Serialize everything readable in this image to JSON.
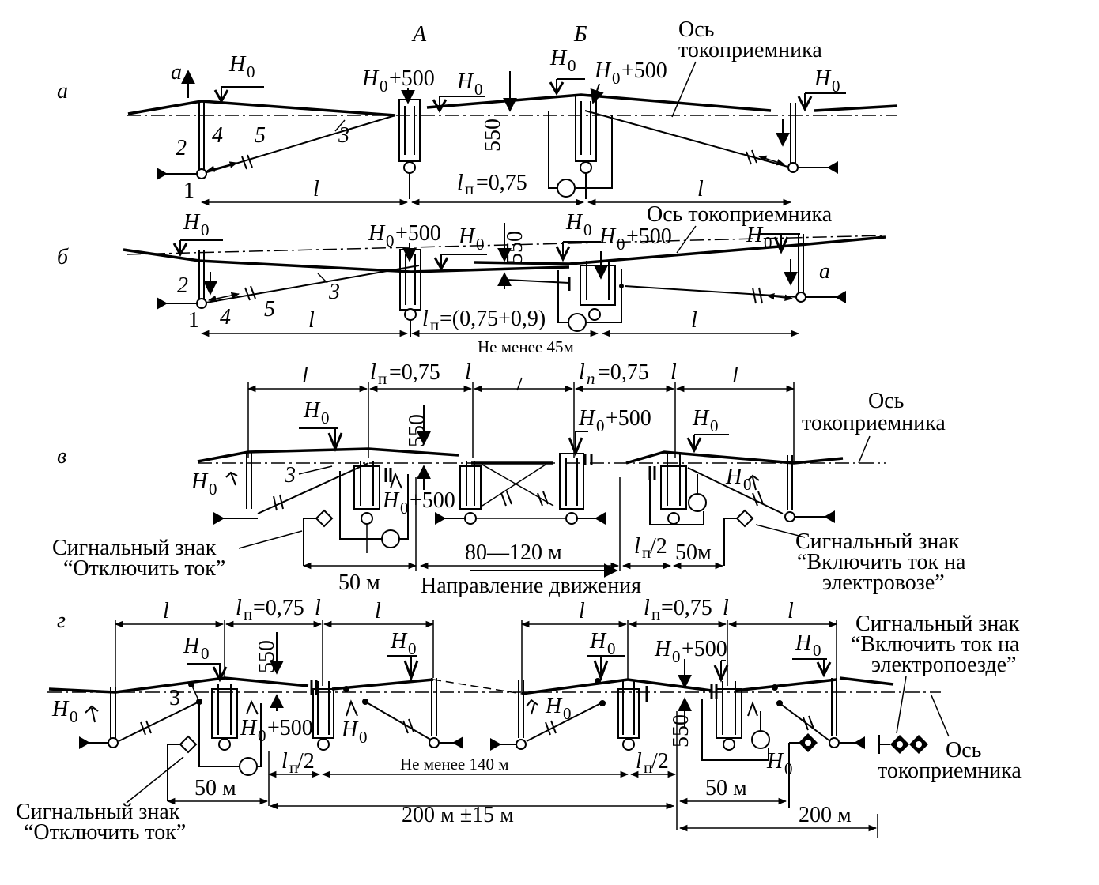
{
  "panels": {
    "a": {
      "letter": "а",
      "sec_a": "А",
      "sec_b": "Б",
      "axis_label_1": "Ось",
      "axis_label_2": "токоприемника",
      "h0": "H",
      "h0_sub": "0",
      "h0_plus": "+500",
      "dim_550": "550",
      "len_l": "l",
      "lp": "l",
      "lp_sub": "п",
      "lp_value": "=0,75",
      "num1": "1",
      "num2": "2",
      "num3": "3",
      "num4": "4",
      "num5": "5",
      "lift_a": "a"
    },
    "b": {
      "letter": "б",
      "axis_label": "Ось токоприемника",
      "h0": "H",
      "h0_sub": "0",
      "h0_plus": "+500",
      "dim_550": "550",
      "len_l": "l",
      "lp": "l",
      "lp_sub": "п",
      "lp_value": "=(0,75+0,9)",
      "num1": "1",
      "num2": "2",
      "num3": "3",
      "num4": "4",
      "num5": "5",
      "lift_a": "a"
    },
    "v": {
      "letter": "в",
      "min45": "Не менее 45м",
      "len_l": "l",
      "lp": "l",
      "lp_sub": "п",
      "lp_value": "=0,75",
      "lp_l": "l",
      "ln": "l",
      "ln_sub": "n",
      "ln_value": "=0,75",
      "axis_label_1": "Ось",
      "axis_label_2": "токоприемника",
      "h0": "H",
      "h0_sub": "0",
      "h0_plus": "+500",
      "dim_550": "550",
      "num3": "3",
      "sign_off_1": "Сигнальный знак",
      "sign_off_2": "“Отключить ток”",
      "sign_on_1": "Сигнальный знак",
      "sign_on_2": "“Включить ток на",
      "sign_on_3": "электровозе”",
      "dist_50": "50 м",
      "dist_80_120": "80—120 м",
      "half_lp": "/2",
      "dist_50m": "50м",
      "direction": "Направление движения"
    },
    "g": {
      "letter": "г",
      "len_l": "l",
      "lp": "l",
      "lp_sub": "п",
      "lp_value": "=0,75",
      "lp_l": "l",
      "h0": "H",
      "h0_sub": "0",
      "h0_plus": "+500",
      "dim_550": "550",
      "num3": "3",
      "sign_on_1": "Сигнальный знак",
      "sign_on_2": "“Включить ток на",
      "sign_on_3": "электропоезде”",
      "sign_off_1": "Сигнальный знак",
      "sign_off_2": "“Отключить ток”",
      "axis_label_1": "Ось",
      "axis_label_2": "токоприемника",
      "dist_50": "50 м",
      "min140": "Не менее 140 м",
      "half_lp": "/2",
      "dist_200_15": "200 м ±15 м",
      "dist_200": "200 м"
    }
  }
}
